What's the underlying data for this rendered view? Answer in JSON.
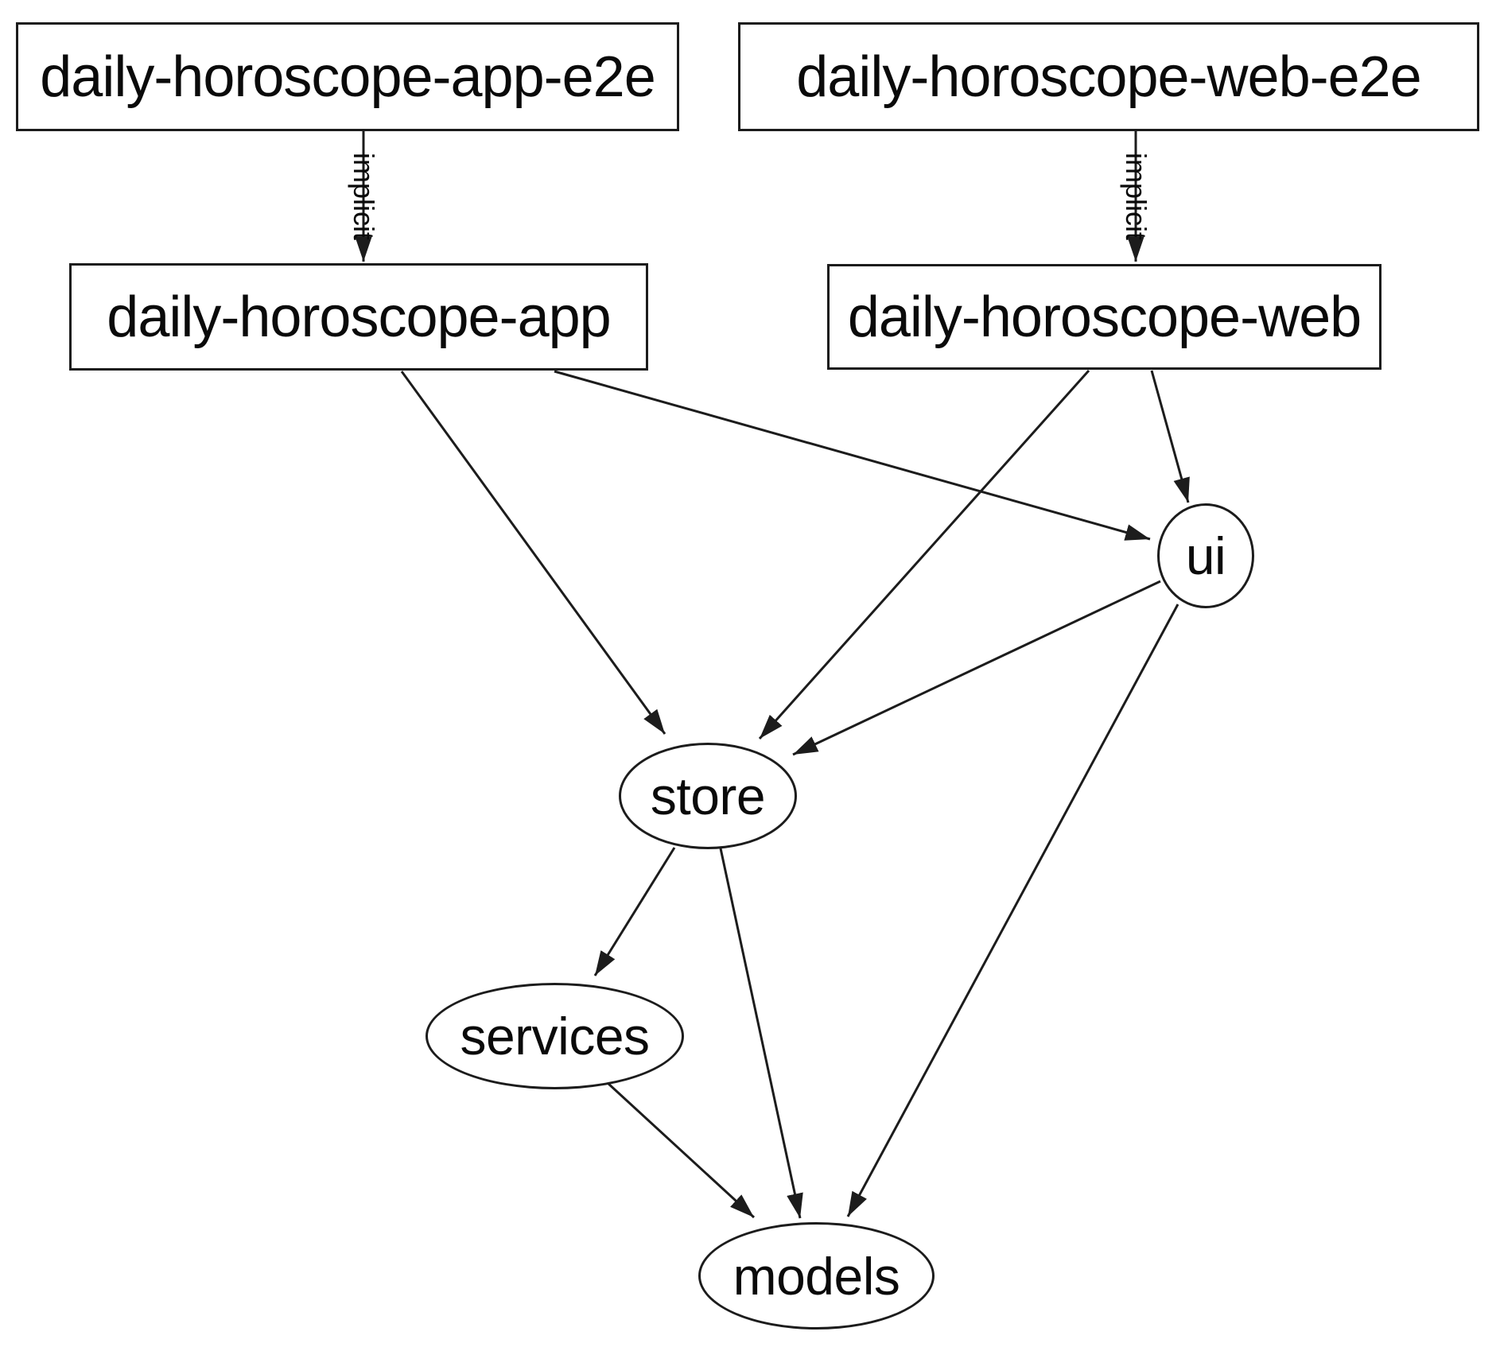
{
  "diagram": {
    "type": "dependency-graph",
    "colors": {
      "background": "#ffffff",
      "stroke": "#1c1c1c",
      "text": "#0a0a0a"
    },
    "nodes": [
      {
        "id": "daily-horoscope-app-e2e",
        "label": "daily-horoscope-app-e2e",
        "shape": "box"
      },
      {
        "id": "daily-horoscope-web-e2e",
        "label": "daily-horoscope-web-e2e",
        "shape": "box"
      },
      {
        "id": "daily-horoscope-app",
        "label": "daily-horoscope-app",
        "shape": "box"
      },
      {
        "id": "daily-horoscope-web",
        "label": "daily-horoscope-web",
        "shape": "box"
      },
      {
        "id": "ui",
        "label": "ui",
        "shape": "ellipse"
      },
      {
        "id": "store",
        "label": "store",
        "shape": "ellipse"
      },
      {
        "id": "services",
        "label": "services",
        "shape": "ellipse"
      },
      {
        "id": "models",
        "label": "models",
        "shape": "ellipse"
      }
    ],
    "edges": [
      {
        "from": "daily-horoscope-app-e2e",
        "to": "daily-horoscope-app",
        "label": "implicit"
      },
      {
        "from": "daily-horoscope-web-e2e",
        "to": "daily-horoscope-web",
        "label": "implicit"
      },
      {
        "from": "daily-horoscope-app",
        "to": "store",
        "label": ""
      },
      {
        "from": "daily-horoscope-app",
        "to": "ui",
        "label": ""
      },
      {
        "from": "daily-horoscope-web",
        "to": "ui",
        "label": ""
      },
      {
        "from": "daily-horoscope-web",
        "to": "store",
        "label": ""
      },
      {
        "from": "ui",
        "to": "store",
        "label": ""
      },
      {
        "from": "ui",
        "to": "models",
        "label": ""
      },
      {
        "from": "store",
        "to": "services",
        "label": ""
      },
      {
        "from": "store",
        "to": "models",
        "label": ""
      },
      {
        "from": "services",
        "to": "models",
        "label": ""
      }
    ]
  }
}
